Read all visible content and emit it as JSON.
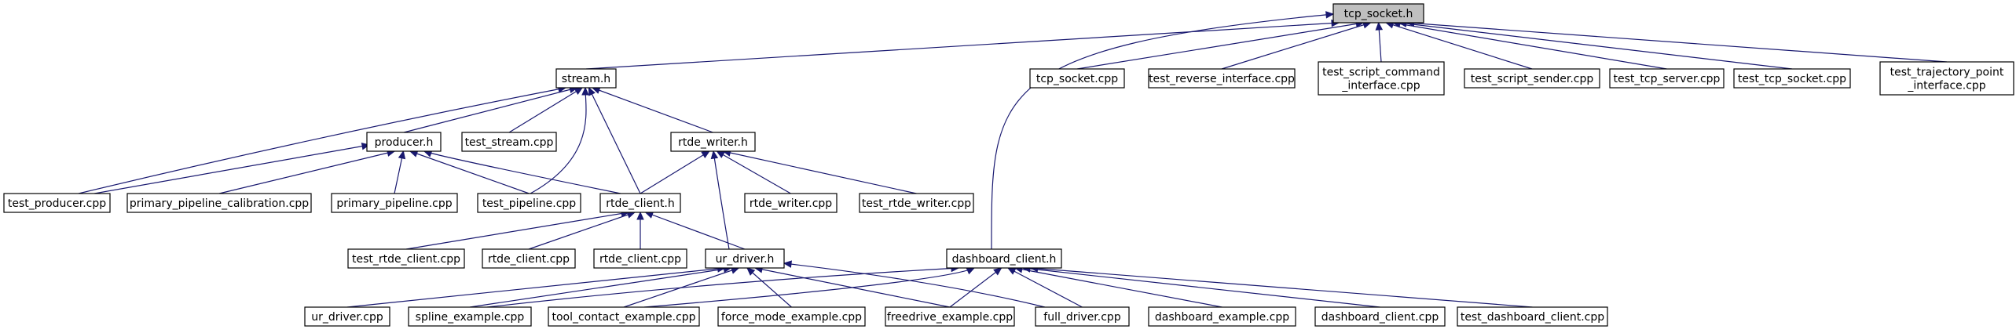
{
  "graph": {
    "nodes": [
      {
        "id": "tcp_socket_h",
        "lines": [
          "tcp_socket.h"
        ],
        "root": true
      },
      {
        "id": "stream_h",
        "lines": [
          "stream.h"
        ]
      },
      {
        "id": "tcp_socket_cpp",
        "lines": [
          "tcp_socket.cpp"
        ]
      },
      {
        "id": "test_reverse_interface_cpp",
        "lines": [
          "test_reverse_interface.cpp"
        ]
      },
      {
        "id": "test_script_command_interface_cpp",
        "lines": [
          "test_script_command",
          "_interface.cpp"
        ]
      },
      {
        "id": "test_script_sender_cpp",
        "lines": [
          "test_script_sender.cpp"
        ]
      },
      {
        "id": "test_tcp_server_cpp",
        "lines": [
          "test_tcp_server.cpp"
        ]
      },
      {
        "id": "test_tcp_socket_cpp",
        "lines": [
          "test_tcp_socket.cpp"
        ]
      },
      {
        "id": "test_trajectory_point_interface_cpp",
        "lines": [
          "test_trajectory_point",
          "_interface.cpp"
        ]
      },
      {
        "id": "producer_h",
        "lines": [
          "producer.h"
        ]
      },
      {
        "id": "test_stream_cpp",
        "lines": [
          "test_stream.cpp"
        ]
      },
      {
        "id": "rtde_writer_h",
        "lines": [
          "rtde_writer.h"
        ]
      },
      {
        "id": "test_producer_cpp",
        "lines": [
          "test_producer.cpp"
        ]
      },
      {
        "id": "primary_pipeline_calibration_cpp",
        "lines": [
          "primary_pipeline_calibration.cpp"
        ]
      },
      {
        "id": "primary_pipeline_cpp",
        "lines": [
          "primary_pipeline.cpp"
        ]
      },
      {
        "id": "test_pipeline_cpp",
        "lines": [
          "test_pipeline.cpp"
        ]
      },
      {
        "id": "rtde_client_h",
        "lines": [
          "rtde_client.h"
        ]
      },
      {
        "id": "rtde_writer_cpp",
        "lines": [
          "rtde_writer.cpp"
        ]
      },
      {
        "id": "test_rtde_writer_cpp",
        "lines": [
          "test_rtde_writer.cpp"
        ]
      },
      {
        "id": "test_rtde_client_cpp",
        "lines": [
          "test_rtde_client.cpp"
        ]
      },
      {
        "id": "rtde_client_cpp",
        "lines": [
          "rtde_client.cpp"
        ]
      },
      {
        "id": "rtde_client_cpp2",
        "lines": [
          "rtde_client.cpp"
        ]
      },
      {
        "id": "ur_driver_h",
        "lines": [
          "ur_driver.h"
        ]
      },
      {
        "id": "dashboard_client_h",
        "lines": [
          "dashboard_client.h"
        ]
      },
      {
        "id": "ur_driver_cpp",
        "lines": [
          "ur_driver.cpp"
        ]
      },
      {
        "id": "spline_example_cpp",
        "lines": [
          "spline_example.cpp"
        ]
      },
      {
        "id": "tool_contact_example_cpp",
        "lines": [
          "tool_contact_example.cpp"
        ]
      },
      {
        "id": "force_mode_example_cpp",
        "lines": [
          "force_mode_example.cpp"
        ]
      },
      {
        "id": "freedrive_example_cpp",
        "lines": [
          "freedrive_example.cpp"
        ]
      },
      {
        "id": "full_driver_cpp",
        "lines": [
          "full_driver.cpp"
        ]
      },
      {
        "id": "dashboard_example_cpp",
        "lines": [
          "dashboard_example.cpp"
        ]
      },
      {
        "id": "dashboard_client_cpp",
        "lines": [
          "dashboard_client.cpp"
        ]
      },
      {
        "id": "test_dashboard_client_cpp",
        "lines": [
          "test_dashboard_client.cpp"
        ]
      }
    ],
    "edges": [
      {
        "from": "stream_h",
        "to": "tcp_socket_h"
      },
      {
        "from": "tcp_socket_cpp",
        "to": "tcp_socket_h"
      },
      {
        "from": "test_reverse_interface_cpp",
        "to": "tcp_socket_h"
      },
      {
        "from": "test_script_command_interface_cpp",
        "to": "tcp_socket_h"
      },
      {
        "from": "test_script_sender_cpp",
        "to": "tcp_socket_h"
      },
      {
        "from": "test_tcp_server_cpp",
        "to": "tcp_socket_h"
      },
      {
        "from": "test_tcp_socket_cpp",
        "to": "tcp_socket_h"
      },
      {
        "from": "test_trajectory_point_interface_cpp",
        "to": "tcp_socket_h"
      },
      {
        "from": "dashboard_client_h",
        "to": "tcp_socket_h"
      },
      {
        "from": "producer_h",
        "to": "stream_h"
      },
      {
        "from": "test_stream_cpp",
        "to": "stream_h"
      },
      {
        "from": "rtde_writer_h",
        "to": "stream_h"
      },
      {
        "from": "test_producer_cpp",
        "to": "stream_h"
      },
      {
        "from": "test_pipeline_cpp",
        "to": "stream_h"
      },
      {
        "from": "rtde_client_h",
        "to": "stream_h"
      },
      {
        "from": "test_producer_cpp",
        "to": "producer_h"
      },
      {
        "from": "primary_pipeline_calibration_cpp",
        "to": "producer_h"
      },
      {
        "from": "primary_pipeline_cpp",
        "to": "producer_h"
      },
      {
        "from": "test_pipeline_cpp",
        "to": "producer_h"
      },
      {
        "from": "rtde_client_h",
        "to": "producer_h"
      },
      {
        "from": "rtde_client_h",
        "to": "rtde_writer_h"
      },
      {
        "from": "rtde_writer_cpp",
        "to": "rtde_writer_h"
      },
      {
        "from": "test_rtde_writer_cpp",
        "to": "rtde_writer_h"
      },
      {
        "from": "ur_driver_h",
        "to": "rtde_writer_h"
      },
      {
        "from": "test_rtde_client_cpp",
        "to": "rtde_client_h"
      },
      {
        "from": "rtde_client_cpp",
        "to": "rtde_client_h"
      },
      {
        "from": "rtde_client_cpp2",
        "to": "rtde_client_h"
      },
      {
        "from": "ur_driver_h",
        "to": "rtde_client_h"
      },
      {
        "from": "ur_driver_cpp",
        "to": "ur_driver_h"
      },
      {
        "from": "spline_example_cpp",
        "to": "ur_driver_h"
      },
      {
        "from": "tool_contact_example_cpp",
        "to": "ur_driver_h"
      },
      {
        "from": "force_mode_example_cpp",
        "to": "ur_driver_h"
      },
      {
        "from": "freedrive_example_cpp",
        "to": "ur_driver_h"
      },
      {
        "from": "full_driver_cpp",
        "to": "ur_driver_h"
      },
      {
        "from": "spline_example_cpp",
        "to": "dashboard_client_h"
      },
      {
        "from": "tool_contact_example_cpp",
        "to": "dashboard_client_h"
      },
      {
        "from": "freedrive_example_cpp",
        "to": "dashboard_client_h"
      },
      {
        "from": "full_driver_cpp",
        "to": "dashboard_client_h"
      },
      {
        "from": "dashboard_example_cpp",
        "to": "dashboard_client_h"
      },
      {
        "from": "dashboard_client_cpp",
        "to": "dashboard_client_h"
      },
      {
        "from": "test_dashboard_client_cpp",
        "to": "dashboard_client_h"
      }
    ]
  }
}
